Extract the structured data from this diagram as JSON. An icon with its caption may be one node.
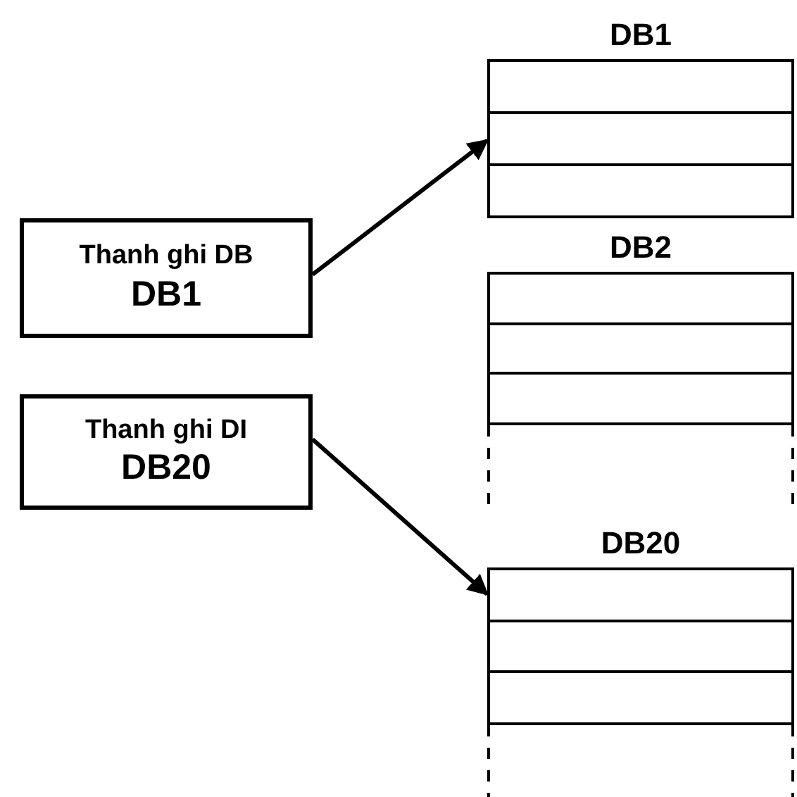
{
  "diagram": {
    "nodes": [
      {
        "text": [
          "Thanh ghi DB",
          "DB1"
        ]
      },
      {
        "text": [
          "Thanh ghi DI",
          "DB20"
        ]
      },
      {
        "text": [
          "DB1"
        ]
      },
      {
        "text": [
          "DB2"
        ]
      },
      {
        "text": [
          "DB20"
        ]
      }
    ],
    "edges": [
      {
        "from": 0,
        "to": 2,
        "arrow": "to"
      },
      {
        "from": 1,
        "to": 4,
        "arrow": "to"
      }
    ]
  }
}
